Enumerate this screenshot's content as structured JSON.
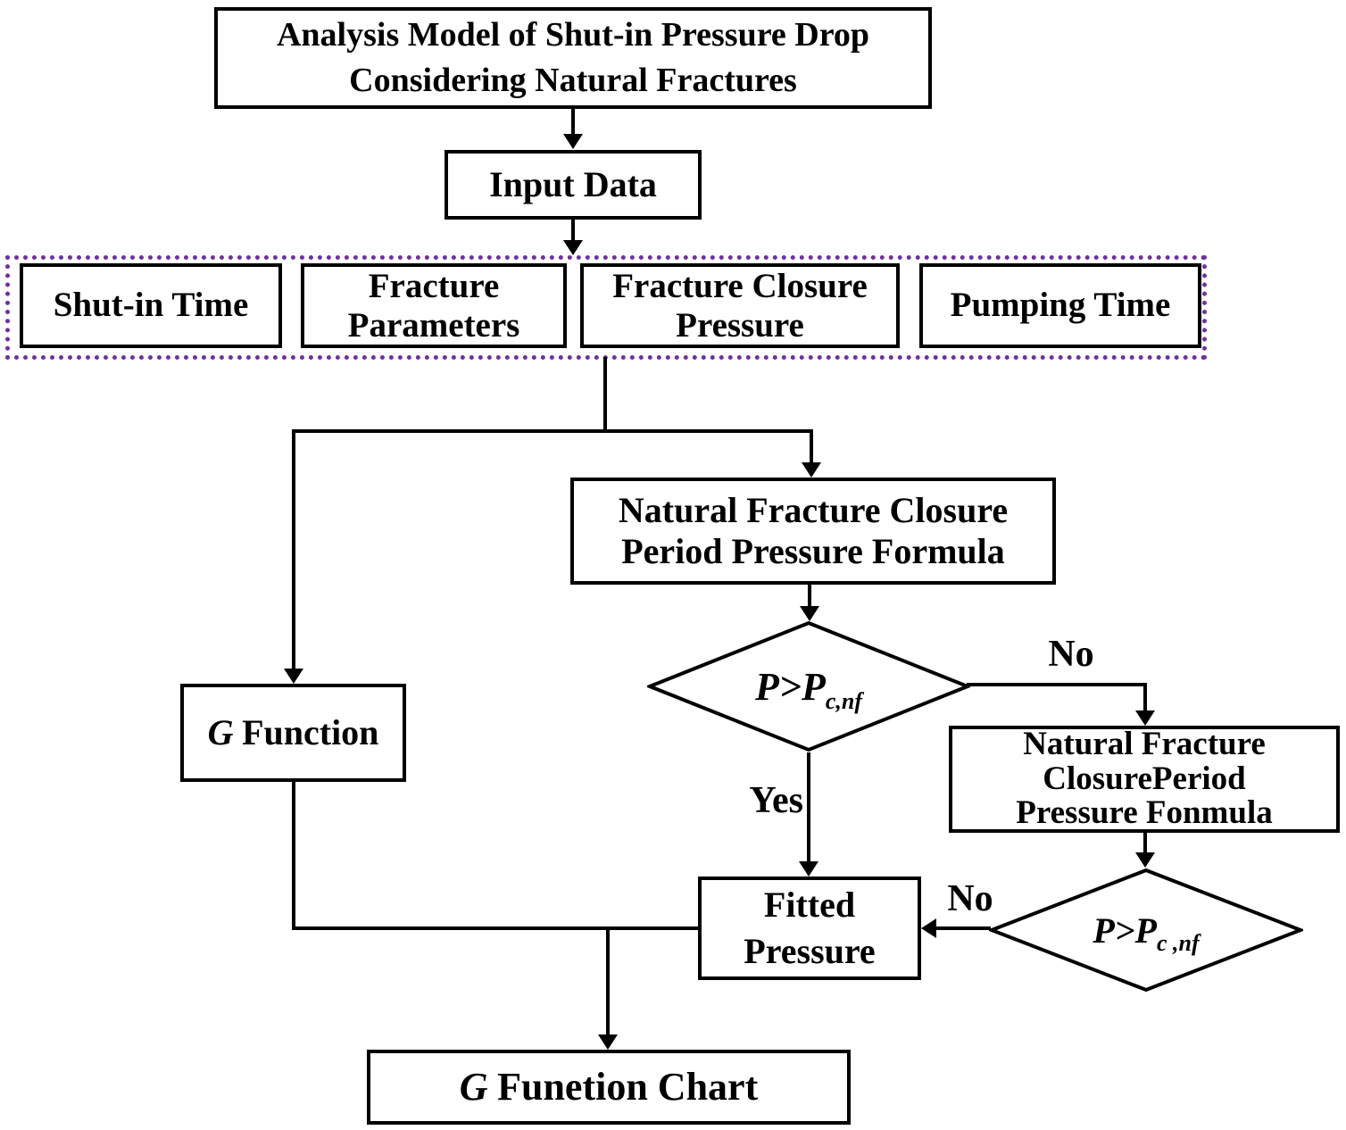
{
  "colors": {
    "line": "#000000",
    "dashed_border": "#7030A0",
    "background": "#ffffff"
  },
  "diagram": {
    "title": "Analysis Model of Shut-in Pressure Drop\nConsidering Natural Fractures",
    "input_data": "Input Data",
    "inputs": [
      {
        "text": "Shut-in Time"
      },
      {
        "text": "Fracture\nParameters"
      },
      {
        "text": "Fracture Closure\nPressure"
      },
      {
        "text": "Pumping Time"
      }
    ],
    "nfc_formula_1": "Natural Fracture Closure\nPeriod Pressure Formula",
    "nfc_formula_2": "Natural Fracture\nClosurePeriod\nPressure Fonmula",
    "decision_1": {
      "main": "P>P",
      "sub": "c,nf"
    },
    "decision_2": {
      "main": "P>P",
      "sub": "c ,nf"
    },
    "g_function": {
      "g": "G",
      "rest": "Function"
    },
    "fitted_pressure": "Fitted\nPressure",
    "g_chart": {
      "g": "G",
      "rest": "Funetion Chart"
    },
    "labels": {
      "yes": "Yes",
      "no_right": "No",
      "no_left": "No"
    }
  }
}
